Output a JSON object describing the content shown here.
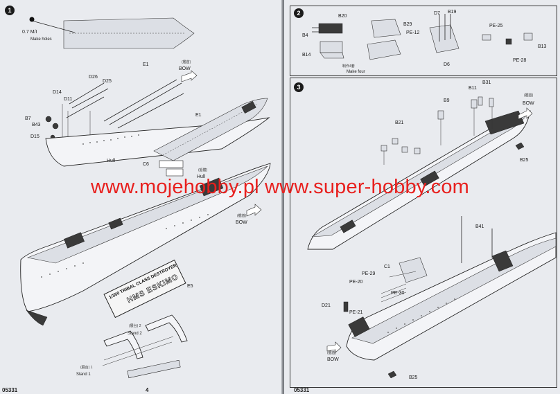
{
  "watermark": {
    "text": "www.mojehobby.pl www.super-hobby.com",
    "color": "#e8201e"
  },
  "left_page": {
    "step": "1",
    "hole_note": {
      "size": "0.7",
      "unit": "M/I",
      "text": "Make holes"
    },
    "labels": {
      "e1_top": "E1",
      "bow_top_zh": "(艦首)",
      "bow_top": "BOW",
      "d26": "D26",
      "d25": "D25",
      "d14": "D14",
      "d11": "D11",
      "b7": "B7",
      "b43": "B43",
      "d15": "D15",
      "hull": "Hull",
      "e1_mid": "E1",
      "c6": "C6",
      "hull_mid_zh": "(船體)",
      "hull_mid": "Hull",
      "bow_mid_zh": "(艦首)",
      "bow_mid": "BOW",
      "e5": "E5",
      "stand2_zh": "(展台) 2",
      "stand2": "Stand 2",
      "stand1_zh": "(展台) 1",
      "stand1": "Stand 1"
    },
    "plate": {
      "line1": "1/350 TRIBAL CLASS DESTROYER",
      "line2": "HMS ESKIMO"
    },
    "footer": {
      "code": "05331",
      "page": "4"
    }
  },
  "right_page": {
    "step2": {
      "step": "2",
      "labels": {
        "b20": "B20",
        "b4": "B4",
        "b14": "B14",
        "make_four_zh": "制作4套",
        "make_four": "Make four",
        "b29": "B29",
        "pe12": "PE-12",
        "d7": "D7",
        "b19": "B19",
        "d6": "D6",
        "pe25": "PE-25",
        "pe28": "PE-28",
        "b13": "B13"
      }
    },
    "step3": {
      "step": "3",
      "labels": {
        "b11": "B11",
        "b31": "B31",
        "b9": "B9",
        "b21": "B21",
        "bow_top_zh": "(艦首)",
        "bow_top": "BOW",
        "b25_top": "B25",
        "b41": "B41",
        "pe29": "PE-29",
        "c1": "C1",
        "pe20": "PE-20",
        "pe30": "PE-30",
        "d21": "D21",
        "pe21": "PE-21",
        "bow_bottom_zh": "(艦首)",
        "bow_bottom": "BOW",
        "b25_bottom": "B25"
      }
    },
    "footer": {
      "code": "05331"
    }
  }
}
